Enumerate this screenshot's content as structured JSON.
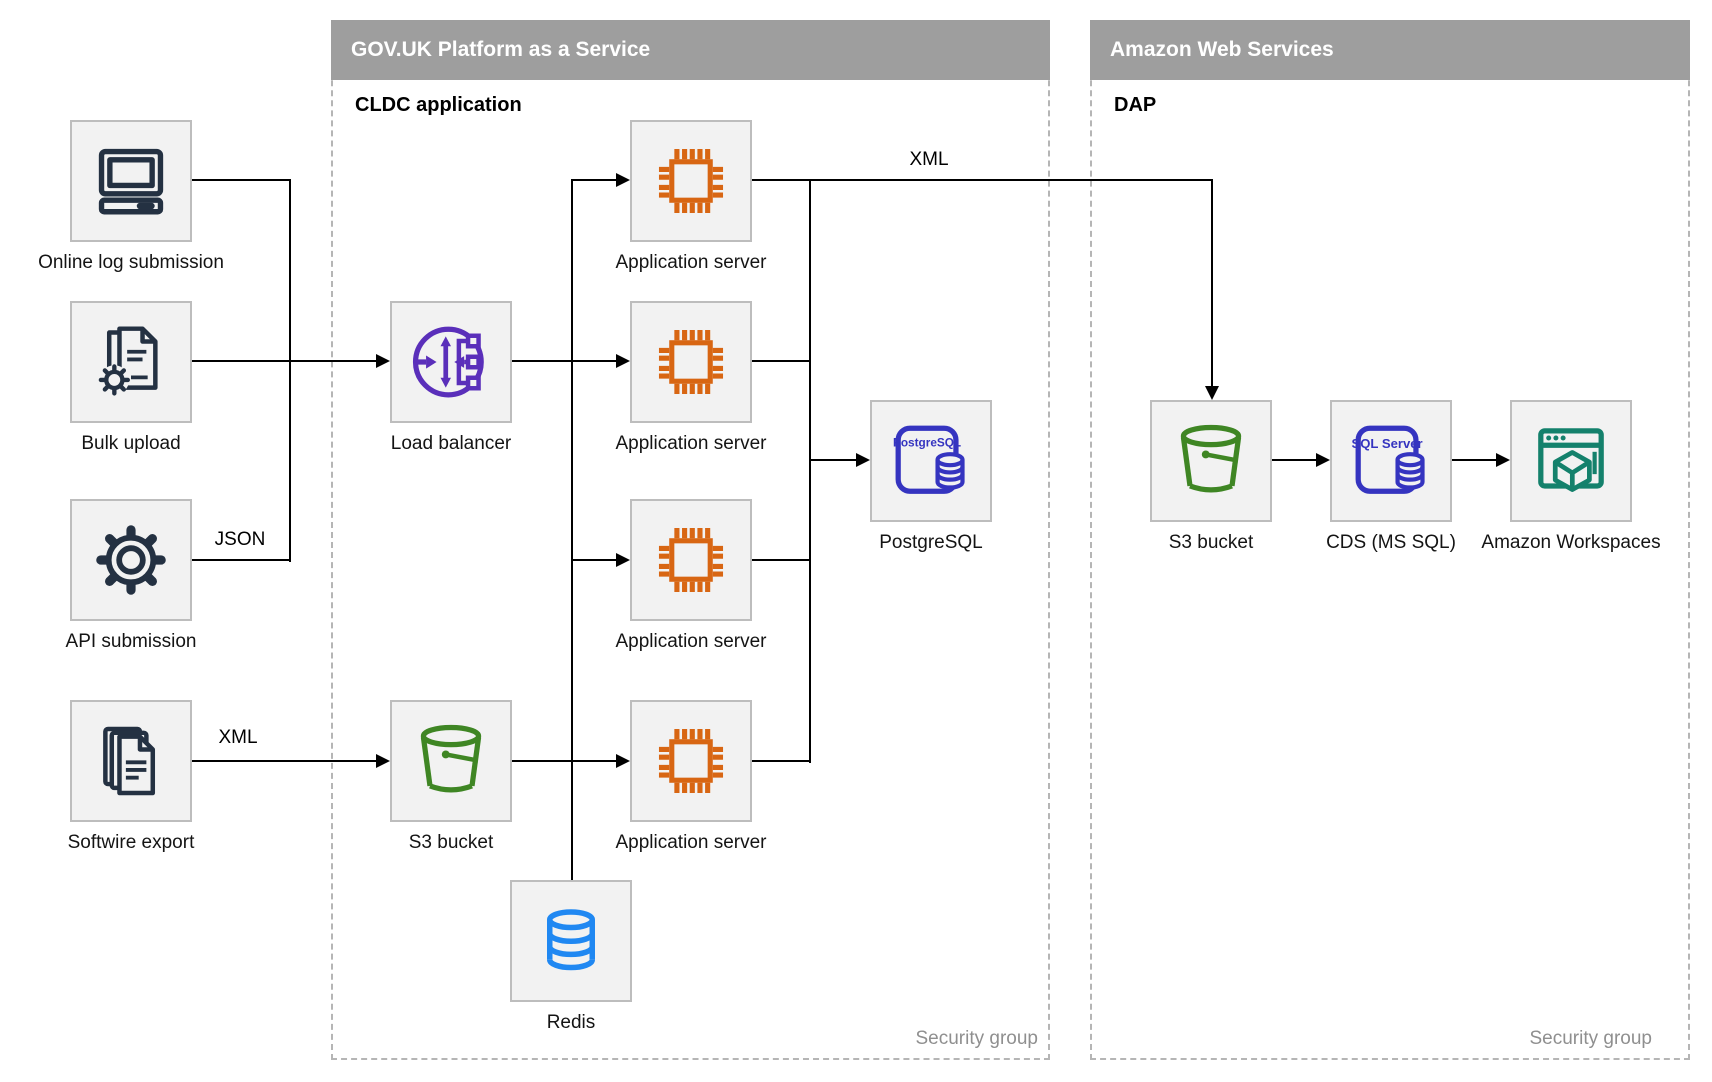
{
  "colors": {
    "container_header_bg": "#9e9e9e",
    "container_header_text": "#ffffff",
    "container_dashed_border": "#b5b5b5",
    "node_fill": "#f2f2f2",
    "node_border": "#bdbdbd",
    "edge_line": "#000000",
    "muted_footer_text": "#8f8f8f",
    "icon_navy": "#243142",
    "icon_purple": "#5a2fba",
    "icon_orange": "#d86613",
    "icon_green": "#3f8624",
    "icon_azure": "#2088f2",
    "icon_indigo": "#3534c0",
    "icon_teal": "#14816c"
  },
  "sources": {
    "online_log": {
      "label": "Online log submission",
      "icon": "desktop-computer-icon"
    },
    "bulk_upload": {
      "label": "Bulk upload",
      "icon": "document-gear-icon"
    },
    "api_submission": {
      "label": "API submission",
      "icon": "gear-icon"
    },
    "softwire_export": {
      "label": "Softwire export",
      "icon": "documents-stack-icon"
    }
  },
  "govuk": {
    "title": "GOV.UK Platform as a Service",
    "sublabel": "CLDC application",
    "footer": "Security group",
    "nodes": {
      "load_balancer": {
        "label": "Load balancer",
        "icon": "load-balancer-icon"
      },
      "app_server_1": {
        "label": "Application server",
        "icon": "cpu-chip-icon"
      },
      "app_server_2": {
        "label": "Application server",
        "icon": "cpu-chip-icon"
      },
      "app_server_3": {
        "label": "Application server",
        "icon": "cpu-chip-icon"
      },
      "app_server_4": {
        "label": "Application server",
        "icon": "cpu-chip-icon"
      },
      "postgresql": {
        "label": "PostgreSQL",
        "icon": "postgresql-database-icon",
        "icon_text": "PostgreSQL"
      },
      "s3_bucket": {
        "label": "S3 bucket",
        "icon": "s3-bucket-icon"
      },
      "redis": {
        "label": "Redis",
        "icon": "redis-cache-icon"
      }
    }
  },
  "aws": {
    "title": "Amazon Web Services",
    "sublabel": "DAP",
    "footer": "Security group",
    "nodes": {
      "s3_bucket": {
        "label": "S3 bucket",
        "icon": "s3-bucket-icon"
      },
      "cds": {
        "label": "CDS (MS SQL)",
        "icon": "sql-server-database-icon",
        "icon_text": "SQL Server"
      },
      "workspaces": {
        "label": "Amazon Workspaces",
        "icon": "browser-cube-icon"
      }
    }
  },
  "edge_labels": {
    "json": "JSON",
    "xml_softwire": "XML",
    "xml_to_aws": "XML"
  }
}
